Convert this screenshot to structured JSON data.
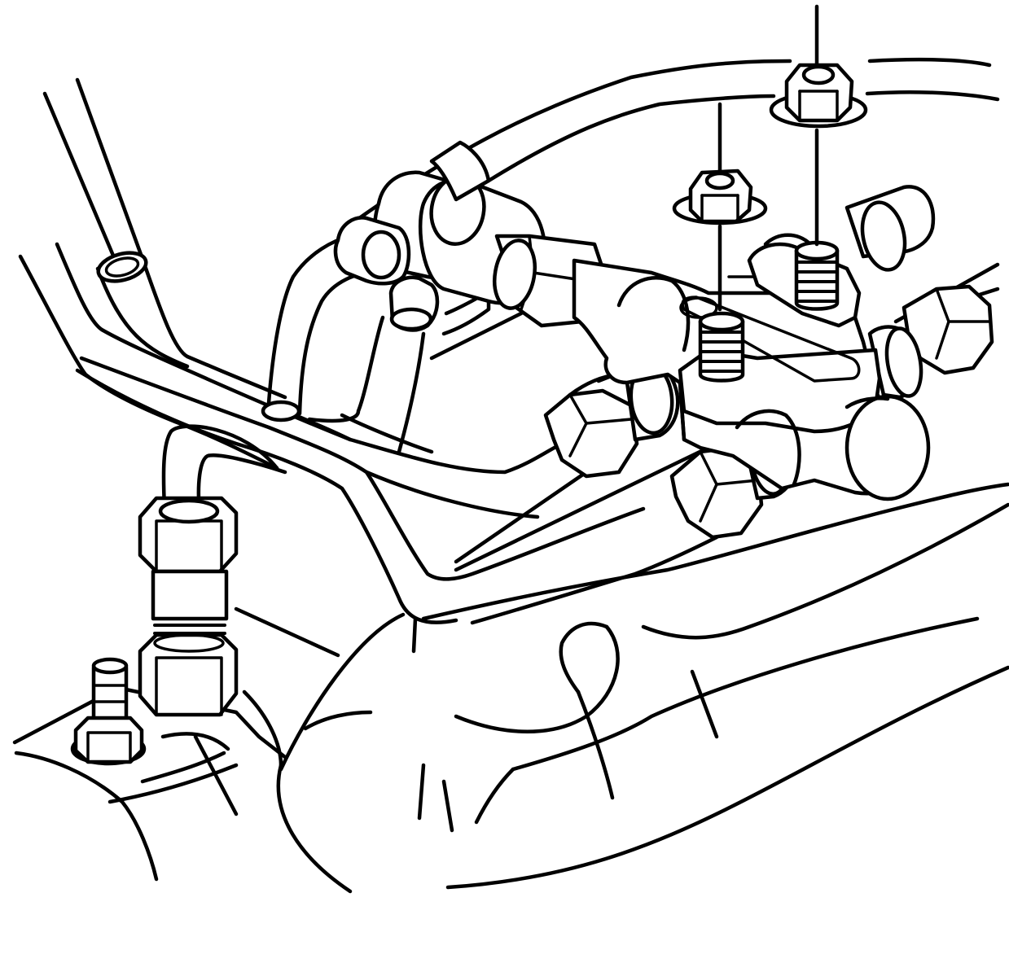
{
  "diagram": {
    "kind": "technical-line-drawing",
    "colors": {
      "background": "#ffffff",
      "line": "#000000"
    },
    "components": [
      "brake-pipe-bundle",
      "combination-valve",
      "mounting-nut-left",
      "mounting-nut-right",
      "mounting-stud-left",
      "mounting-stud-right",
      "tube-nut-fittings",
      "hose-union-fitting",
      "vent-fitting",
      "engine-casting"
    ]
  }
}
